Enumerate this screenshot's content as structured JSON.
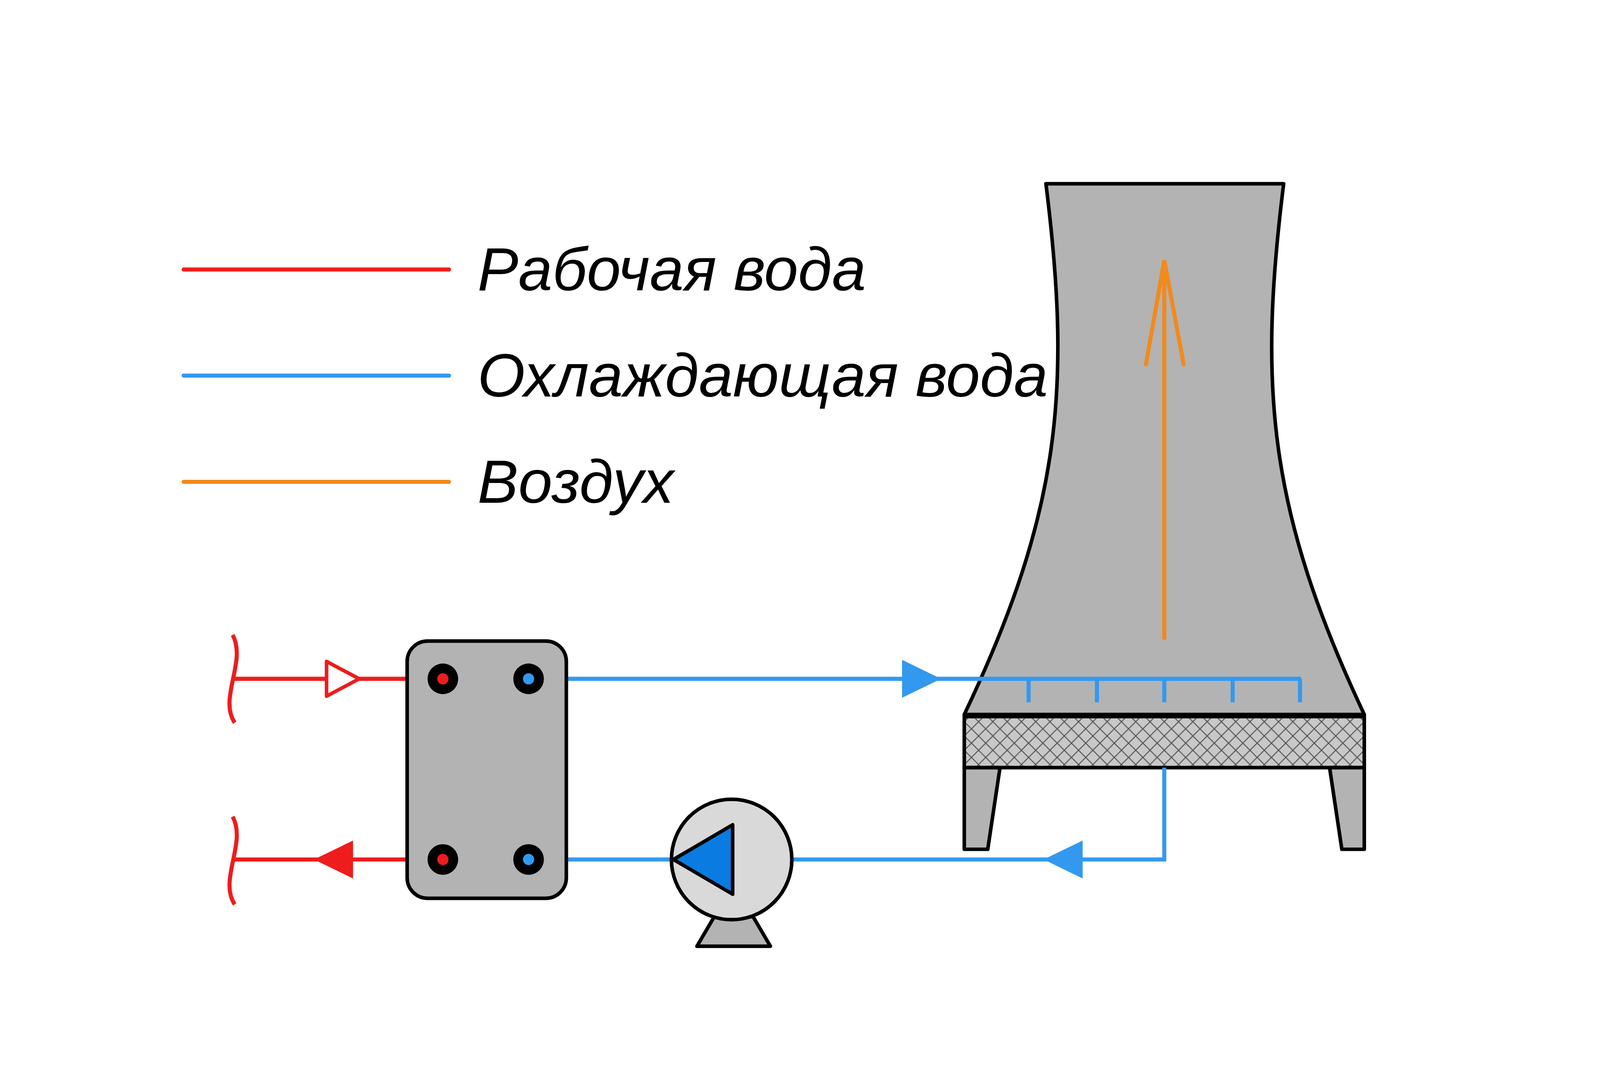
{
  "diagram": {
    "legend": [
      {
        "text": "Рабочая вода"
      },
      {
        "text": "Охлаждающая вода"
      },
      {
        "text": "Воздух"
      }
    ]
  }
}
